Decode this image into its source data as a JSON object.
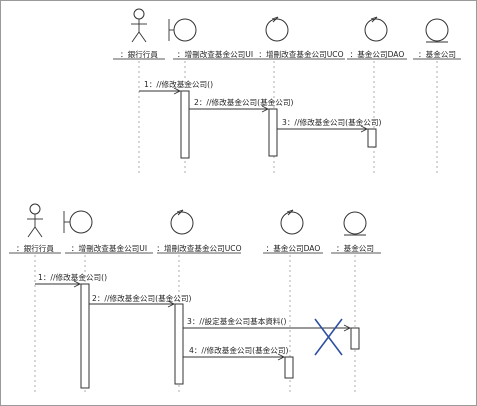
{
  "diagrams": [
    {
      "participants": [
        {
          "id": "p1",
          "kind": "actor",
          "label": "：銀行行員"
        },
        {
          "id": "p2",
          "kind": "boundary",
          "label": "：增刪改查基金公司UI"
        },
        {
          "id": "p3",
          "kind": "control",
          "label": "：增刪改查基金公司UCO"
        },
        {
          "id": "p4",
          "kind": "control",
          "label": "：基金公司DAO"
        },
        {
          "id": "p5",
          "kind": "entity",
          "label": "：基金公司"
        }
      ],
      "messages": [
        {
          "label": "1：//修改基金公司()"
        },
        {
          "label": "2：//修改基金公司(基金公司)"
        },
        {
          "label": "3：//修改基金公司(基金公司)"
        }
      ]
    },
    {
      "participants": [
        {
          "id": "q1",
          "kind": "actor",
          "label": "：銀行行員"
        },
        {
          "id": "q2",
          "kind": "boundary",
          "label": "：增刪改查基金公司UI"
        },
        {
          "id": "q3",
          "kind": "control",
          "label": "：增刪改查基金公司UCO"
        },
        {
          "id": "q4",
          "kind": "control",
          "label": "：基金公司DAO"
        },
        {
          "id": "q5",
          "kind": "entity",
          "label": "：基金公司"
        }
      ],
      "messages": [
        {
          "label": "1：//修改基金公司()"
        },
        {
          "label": "2：//修改基金公司(基金公司)"
        },
        {
          "label": "3：//設定基金公司基本資料()"
        },
        {
          "label": "4：//修改基金公司(基金公司)"
        }
      ]
    }
  ],
  "colors": {
    "line": "#333333",
    "delete_mark": "#2d4fa0",
    "frame": "#9a9a9a"
  }
}
